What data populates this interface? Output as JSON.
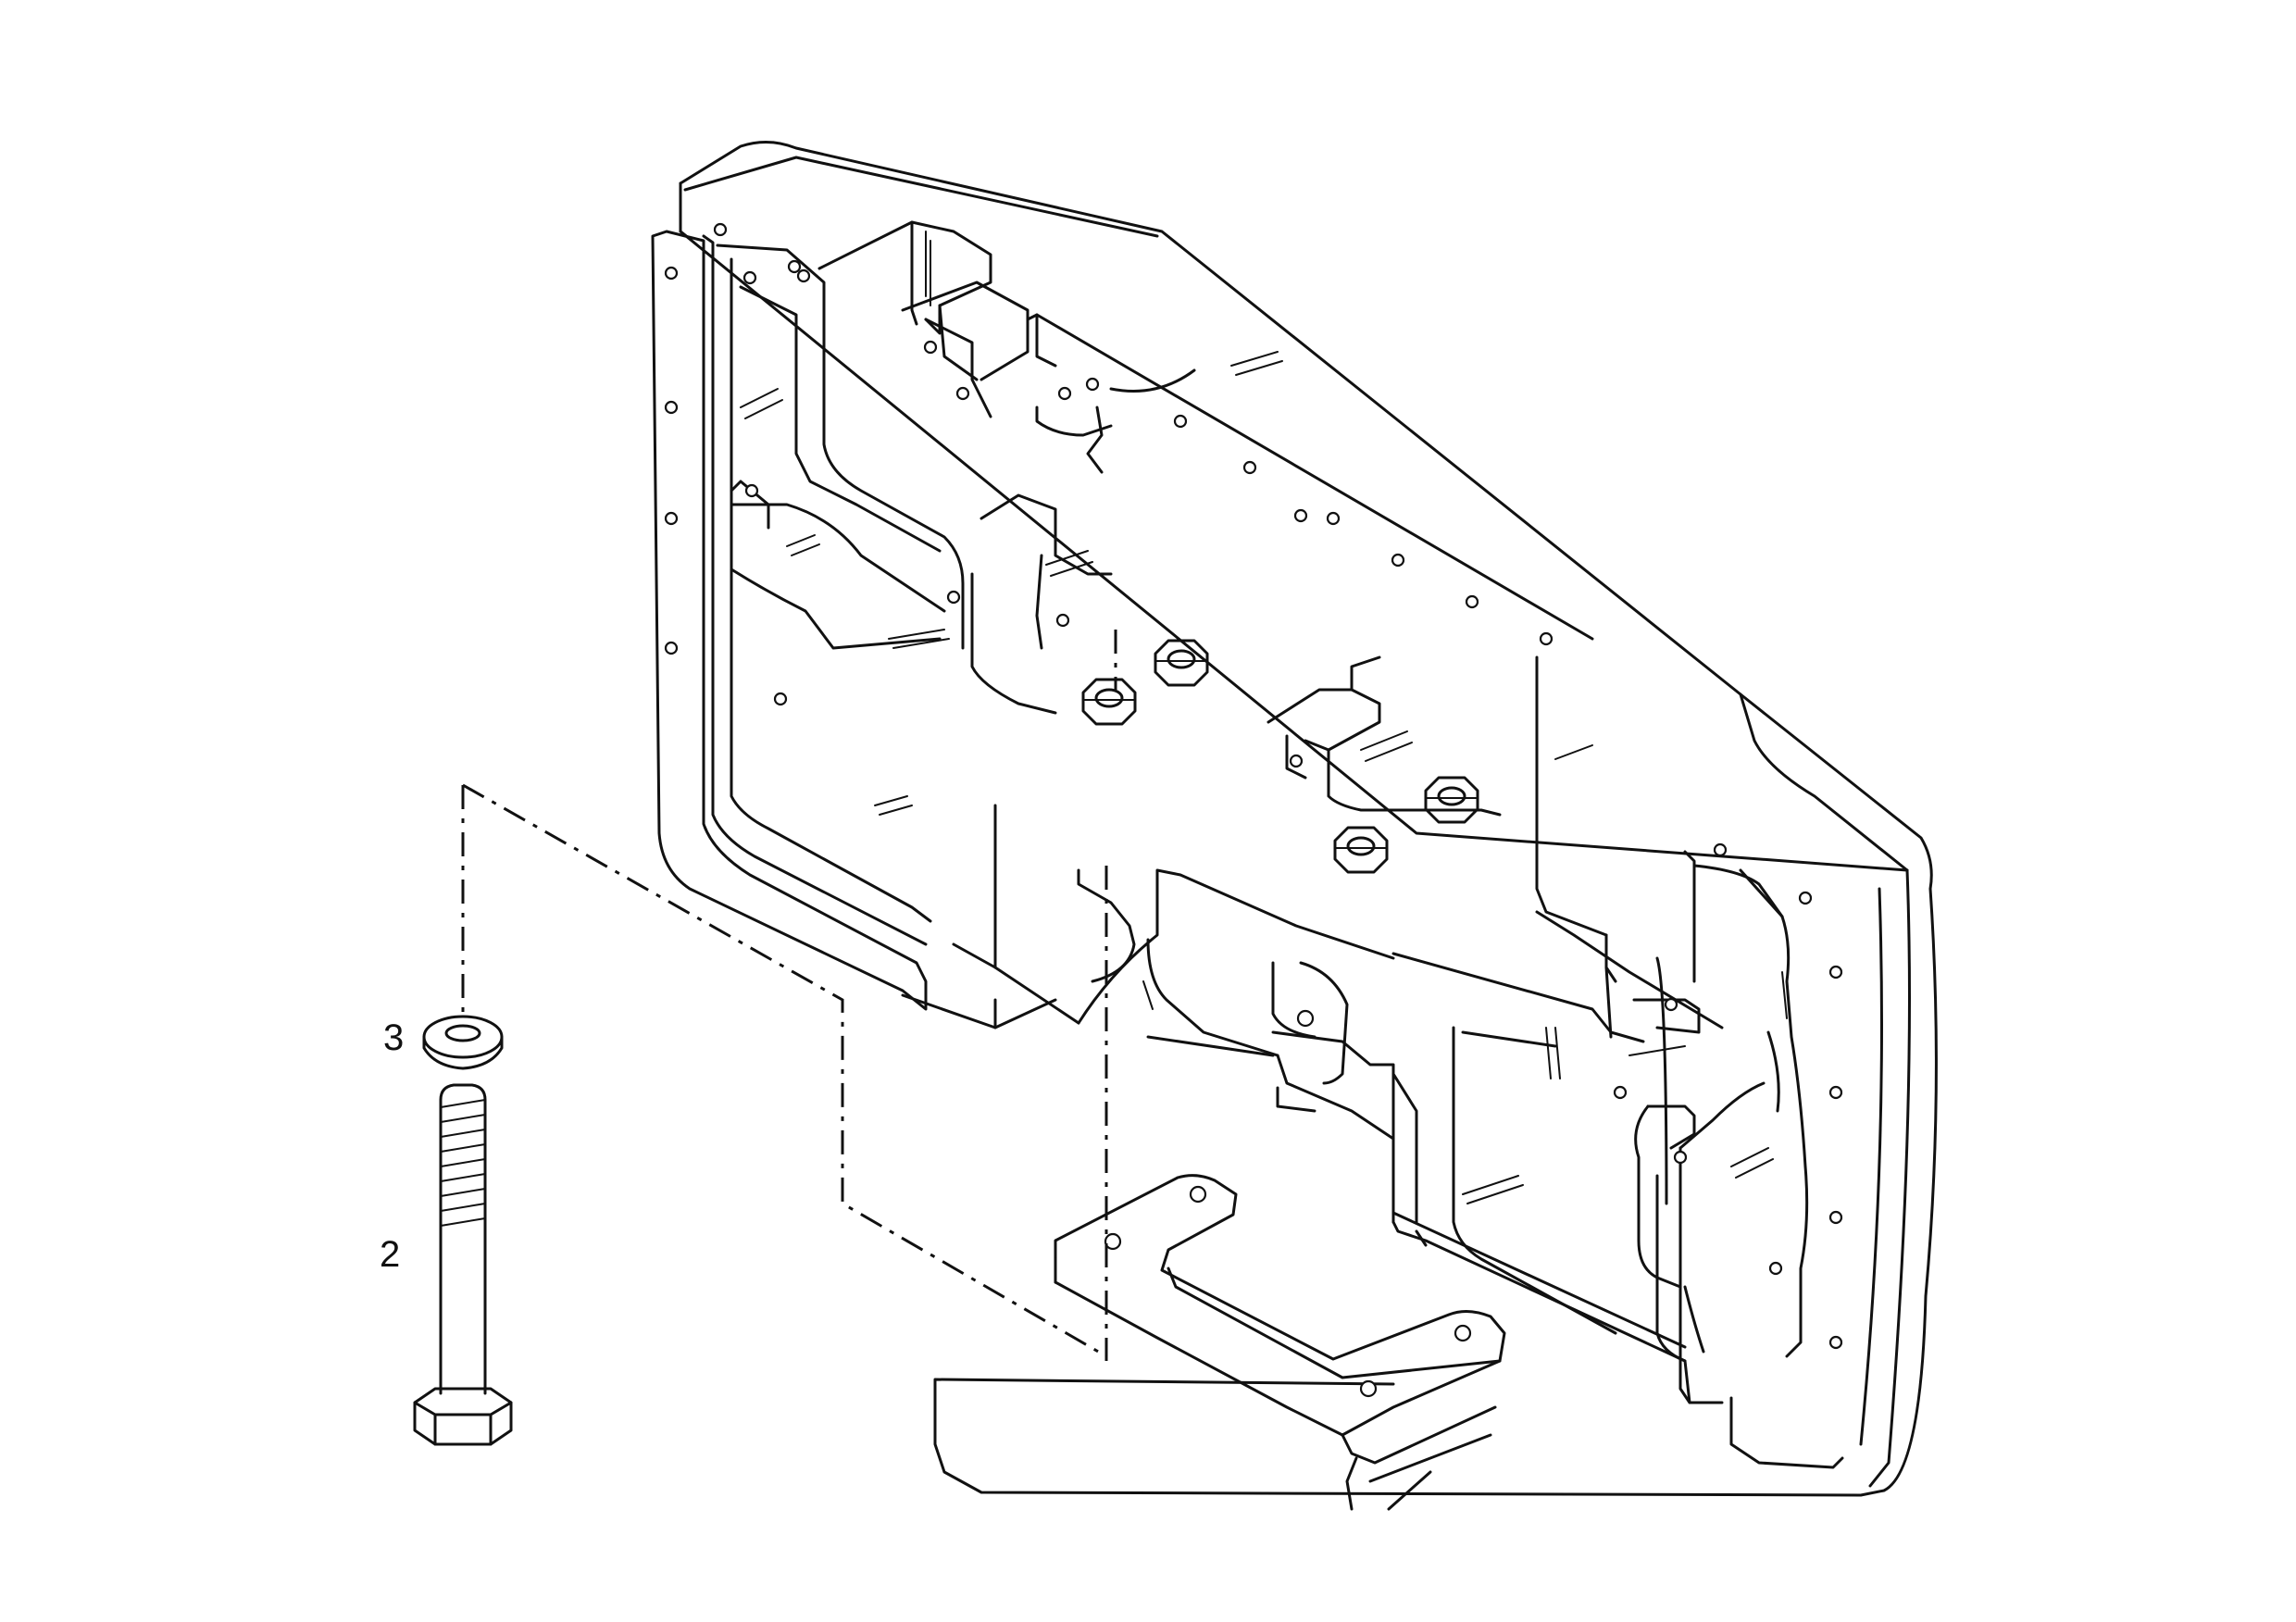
{
  "callouts": [
    {
      "id": "3",
      "label": "3"
    },
    {
      "id": "2",
      "label": "2"
    }
  ],
  "parts": {
    "washer": "washer-icon",
    "bolt": "hex-bolt-icon",
    "housing": "housing-casting",
    "bracket": "mounting-bracket"
  }
}
